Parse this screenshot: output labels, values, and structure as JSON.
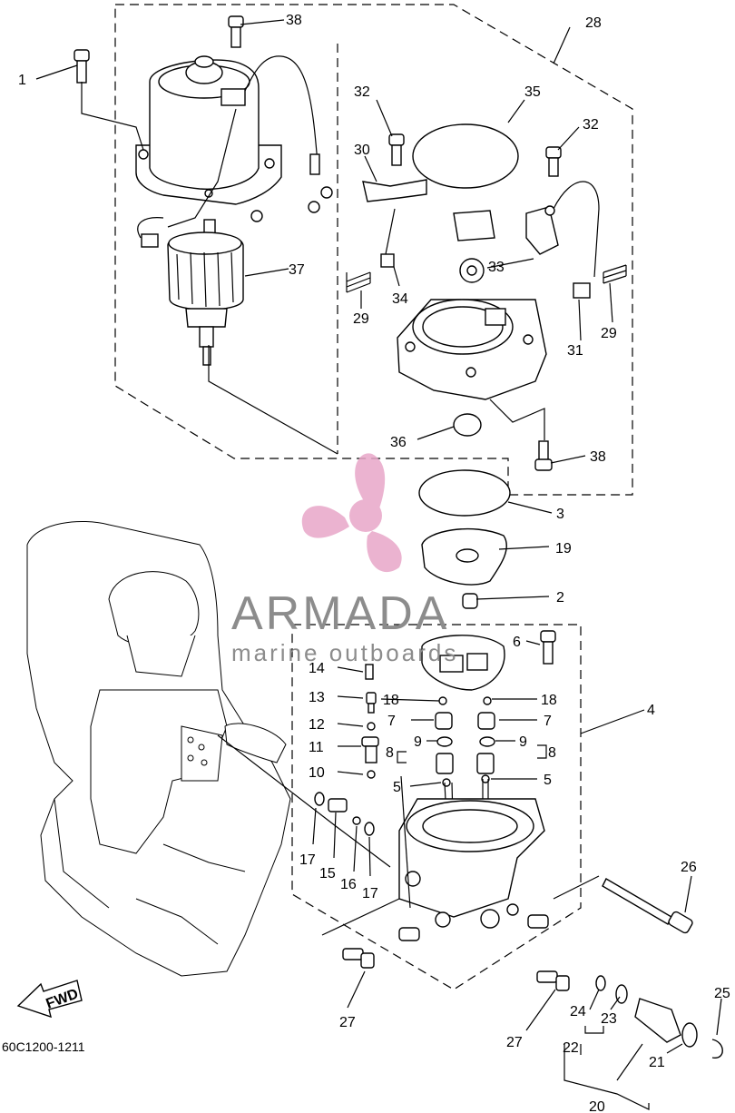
{
  "diagram": {
    "diagram_code": "60C1200-1211",
    "fwd_label": "FWD",
    "watermark": {
      "brand": "ARMADA",
      "tagline": "marine outboards",
      "brand_color": "#e8a6c8",
      "text_color": "#8c8c8c"
    },
    "callouts": {
      "c1": "1",
      "c2": "2",
      "c3": "3",
      "c4": "4",
      "c5a": "5",
      "c5b": "5",
      "c6": "6",
      "c7a": "7",
      "c7b": "7",
      "c8a": "8",
      "c8b": "8",
      "c9a": "9",
      "c9b": "9",
      "c10": "10",
      "c11": "11",
      "c12": "12",
      "c13": "13",
      "c14": "14",
      "c15": "15",
      "c16": "16",
      "c17a": "17",
      "c17b": "17",
      "c18a": "18",
      "c18b": "18",
      "c19": "19",
      "c20": "20",
      "c21": "21",
      "c22": "22",
      "c23": "23",
      "c24": "24",
      "c25": "25",
      "c26": "26",
      "c27a": "27",
      "c27b": "27",
      "c28": "28",
      "c29a": "29",
      "c29b": "29",
      "c30": "30",
      "c31": "31",
      "c32a": "32",
      "c32b": "32",
      "c33": "33",
      "c34": "34",
      "c35": "35",
      "c36": "36",
      "c37": "37",
      "c38a": "38",
      "c38b": "38"
    }
  }
}
